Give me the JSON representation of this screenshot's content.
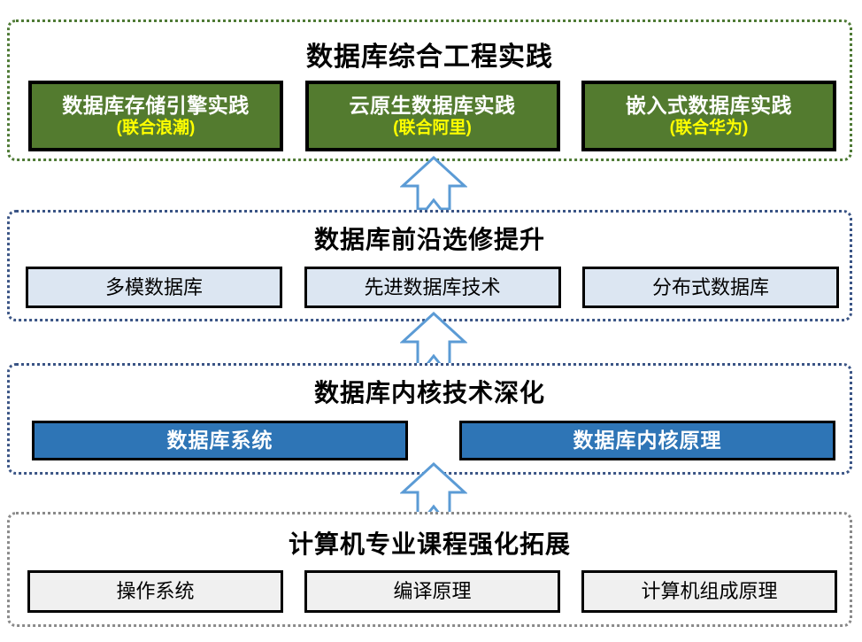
{
  "diagram": {
    "title_semantic": "database-curriculum-progression",
    "colors": {
      "tier1_border": "#4e7a35",
      "tier2_border": "#3a5485",
      "tier3_border": "#3a5485",
      "tier4_border": "#8a8a8a",
      "green_box": "#537b2f",
      "green_box_text": "#ffffff",
      "green_box_subtext": "#ffff00",
      "lightblue_box": "#dce6f2",
      "blue_box": "#2e75b6",
      "gray_box": "#f0f0f0",
      "arrow_stroke": "#5b9bd5",
      "arrow_fill": "#ffffff"
    }
  },
  "tiers": [
    {
      "id": "comprehensive-engineering-practice",
      "title": "数据库综合工程实践",
      "boxes": [
        {
          "main": "数据库存储引擎实践",
          "sub": "(联合浪潮)"
        },
        {
          "main": "云原生数据库实践",
          "sub": "(联合阿里)"
        },
        {
          "main": "嵌入式数据库实践",
          "sub": "(联合华为)"
        }
      ]
    },
    {
      "id": "frontier-electives",
      "title": "数据库前沿选修提升",
      "boxes": [
        {
          "main": "多模数据库"
        },
        {
          "main": "先进数据库技术"
        },
        {
          "main": "分布式数据库"
        }
      ]
    },
    {
      "id": "kernel-deepening",
      "title": "数据库内核技术深化",
      "boxes": [
        {
          "main": "数据库系统"
        },
        {
          "main": "数据库内核原理"
        }
      ]
    },
    {
      "id": "cs-core-extension",
      "title": "计算机专业课程强化拓展",
      "boxes": [
        {
          "main": "操作系统"
        },
        {
          "main": "编译原理"
        },
        {
          "main": "计算机组成原理"
        }
      ]
    }
  ],
  "arrows": [
    {
      "id": "arrow-electives-to-practice",
      "direction": "up"
    },
    {
      "id": "arrow-kernel-to-electives",
      "direction": "up"
    },
    {
      "id": "arrow-core-to-kernel",
      "direction": "up"
    }
  ]
}
